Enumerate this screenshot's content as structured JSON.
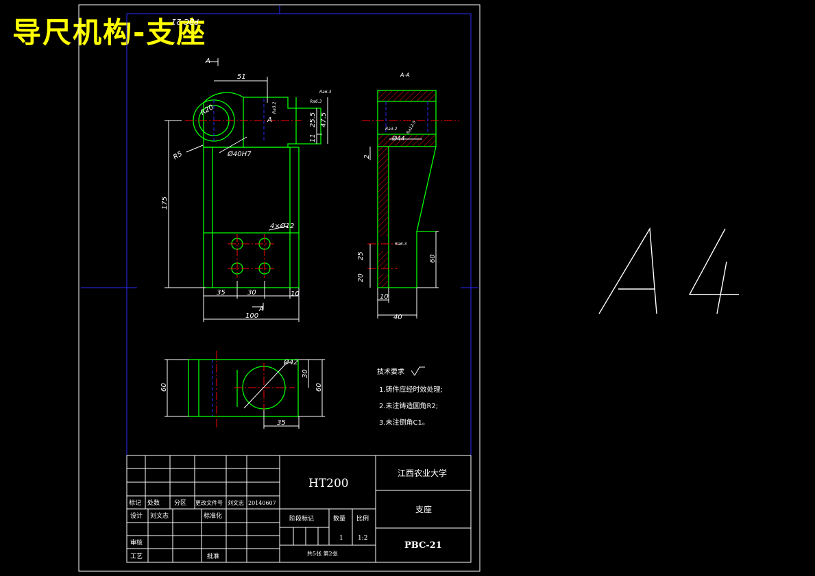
{
  "title": "导尺机构-支座",
  "sheet_format": "A4",
  "colors": {
    "outline": "#00ff00",
    "dimension": "#ffffff",
    "center": "#ff0000",
    "hidden": "#0000ff",
    "frame": "#0000ff",
    "title_text": "#ffff00"
  },
  "views": {
    "section_marker": "A",
    "section_title": "A-A",
    "top_mark": "PBC-21"
  },
  "dimensions": {
    "d51": "51",
    "r20": "R20",
    "r5": "R5",
    "bore": "Ø40H7",
    "d25_5": "25.5",
    "d47_5": "47.5",
    "d11": "11",
    "d175": "175",
    "holes": "4×Ø12",
    "d35": "35",
    "d30": "30",
    "d10": "10",
    "d100": "100",
    "d2": "2",
    "d25": "25",
    "d20": "20",
    "d60_side": "60",
    "d10_side": "10",
    "d40": "40",
    "d42": "Ø42",
    "d30_top": "30",
    "d60_left": "60",
    "d60_right": "60",
    "d35_bottom": "35",
    "d44": "Ø44",
    "rough1": "Ra6.3",
    "rough2": "Ra6.3",
    "rough3": "Ra3.2",
    "rough4": "Ra3.2",
    "rough5": "Ra12.5",
    "rough6": "Ra6.3"
  },
  "tech_requirements": {
    "heading": "技术要求",
    "items": [
      "1.铸件应经时效处理;",
      "2.未注铸造圆角R2;",
      "3.未注倒角C1。"
    ]
  },
  "title_block": {
    "material": "HT200",
    "school": "江西农业大学",
    "part_name": "支座",
    "drawing_no": "PBC-21",
    "row_labels": [
      "标记",
      "处数",
      "分区",
      "更改文件号",
      "刘文志",
      "20140607"
    ],
    "design_label": "设计",
    "designer": "刘文志",
    "standard_label": "标准化",
    "review_label": "审核",
    "process_label": "工艺",
    "approve_label": "批准",
    "stage_label": "阶段标记",
    "qty_label": "数量",
    "scale_label": "比例",
    "qty": "1",
    "scale": "1:2",
    "sheets": "共5张  第2张"
  }
}
